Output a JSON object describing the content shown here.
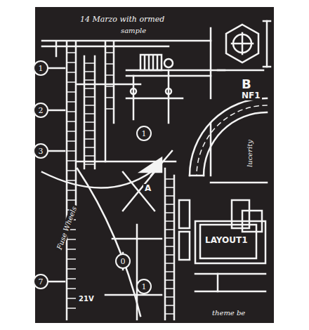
{
  "diagram": {
    "nodes": [
      {
        "text": [
          "1"
        ]
      },
      {
        "text": [
          "2"
        ]
      },
      {
        "text": [
          "3"
        ]
      },
      {
        "text": [
          "7"
        ]
      },
      {
        "text": [
          "1"
        ]
      },
      {
        "text": [
          "0"
        ]
      },
      {
        "text": [
          "1"
        ]
      }
    ],
    "labels": [
      "14 Marzo with ormed",
      "sample",
      "B",
      "NF1",
      "A",
      "Fuse Wheels",
      "21V",
      "lucerity",
      "LAYOUT1",
      "theme be"
    ]
  }
}
